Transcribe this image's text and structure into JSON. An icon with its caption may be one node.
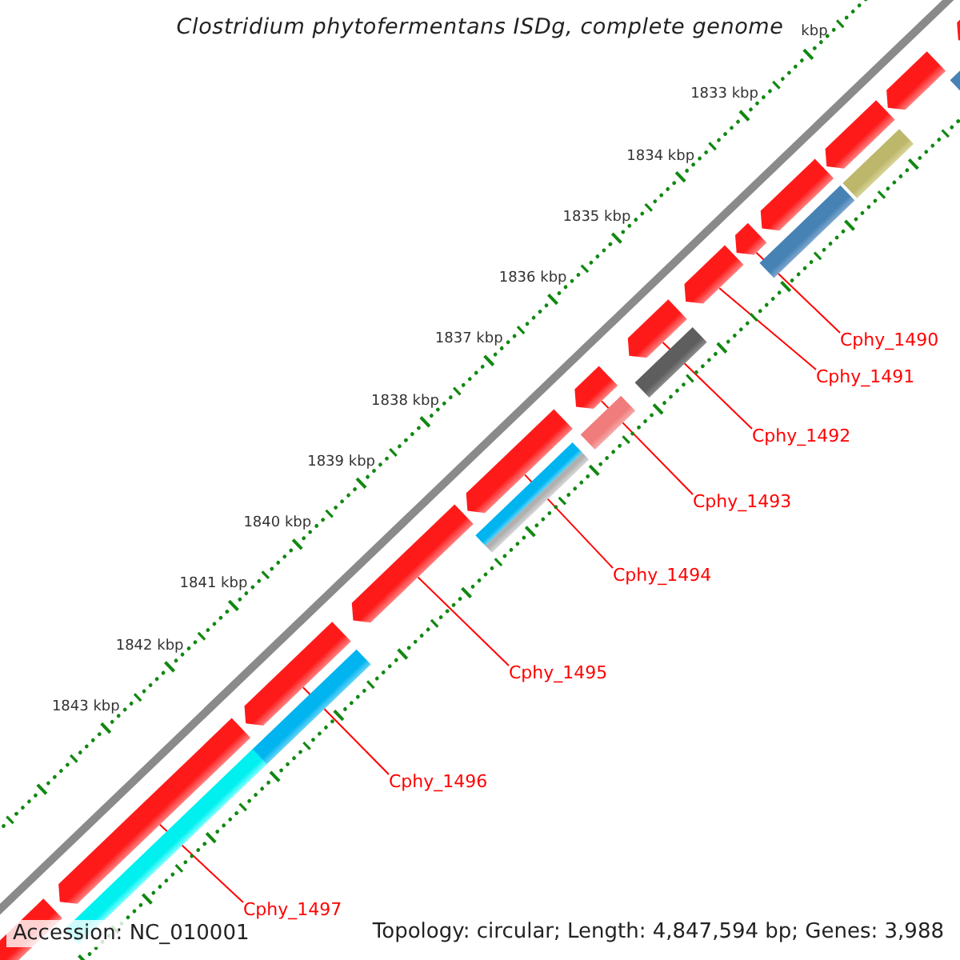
{
  "diagram": {
    "title": "Clostridium phytofermentans ISDg, complete genome",
    "nodes": [
      {
        "text": [
          "Cphy_1490"
        ]
      },
      {
        "text": [
          "Cphy_1491"
        ]
      },
      {
        "text": [
          "Cphy_1492"
        ]
      },
      {
        "text": [
          "Cphy_1493"
        ]
      },
      {
        "text": [
          "Cphy_1494"
        ]
      },
      {
        "text": [
          "Cphy_1495"
        ]
      },
      {
        "text": [
          "Cphy_1496"
        ]
      },
      {
        "text": [
          "Cphy_1497"
        ]
      },
      {
        "text": [],
        "shape": "bar"
      },
      {
        "text": [],
        "shape": "bar"
      },
      {
        "text": [],
        "shape": "bar"
      },
      {
        "text": [],
        "shape": "bar"
      },
      {
        "text": [],
        "shape": "bar"
      },
      {
        "text": [],
        "shape": "bar"
      },
      {
        "text": [],
        "shape": "bar"
      },
      {
        "text": [],
        "shape": "bar"
      },
      {
        "text": [],
        "shape": "bar"
      },
      {
        "text": [],
        "shape": "bar"
      },
      {
        "text": [],
        "shape": "bar"
      },
      {
        "text": [],
        "shape": "bar"
      },
      {
        "text": [],
        "shape": "bar"
      },
      {
        "text": [],
        "shape": "bar"
      },
      {
        "text": [],
        "shape": "bar"
      },
      {
        "text": [],
        "shape": "bar"
      },
      {
        "text": [],
        "shape": "bar"
      },
      {
        "text": [],
        "shape": "bar"
      },
      {
        "text": [],
        "shape": "bar"
      },
      {
        "text": [],
        "shape": "bar"
      },
      {
        "text": [],
        "shape": "bar"
      },
      {
        "text": [],
        "shape": "bar"
      }
    ],
    "edges": [
      {
        "from": 0,
        "to": 8,
        "arrow": "none"
      },
      {
        "from": 1,
        "to": 9,
        "arrow": "none"
      },
      {
        "from": 2,
        "to": 10,
        "arrow": "none"
      },
      {
        "from": 3,
        "to": 11,
        "arrow": "none"
      },
      {
        "from": 4,
        "to": 12,
        "arrow": "none"
      },
      {
        "from": 5,
        "to": 13,
        "arrow": "none"
      },
      {
        "from": 6,
        "to": 14,
        "arrow": "none"
      },
      {
        "from": 7,
        "to": 15,
        "arrow": "none"
      }
    ],
    "labels": [
      "kbp",
      "1833 kbp",
      "1834 kbp",
      "1835 kbp",
      "1836 kbp",
      "1837 kbp",
      "1838 kbp",
      "1839 kbp",
      "1840 kbp",
      "1841 kbp",
      "1842 kbp",
      "1843 kbp",
      "Accession: NC_010001",
      "Topology: circular; Length: 4,847,594 bp; Genes: 3,988"
    ]
  }
}
